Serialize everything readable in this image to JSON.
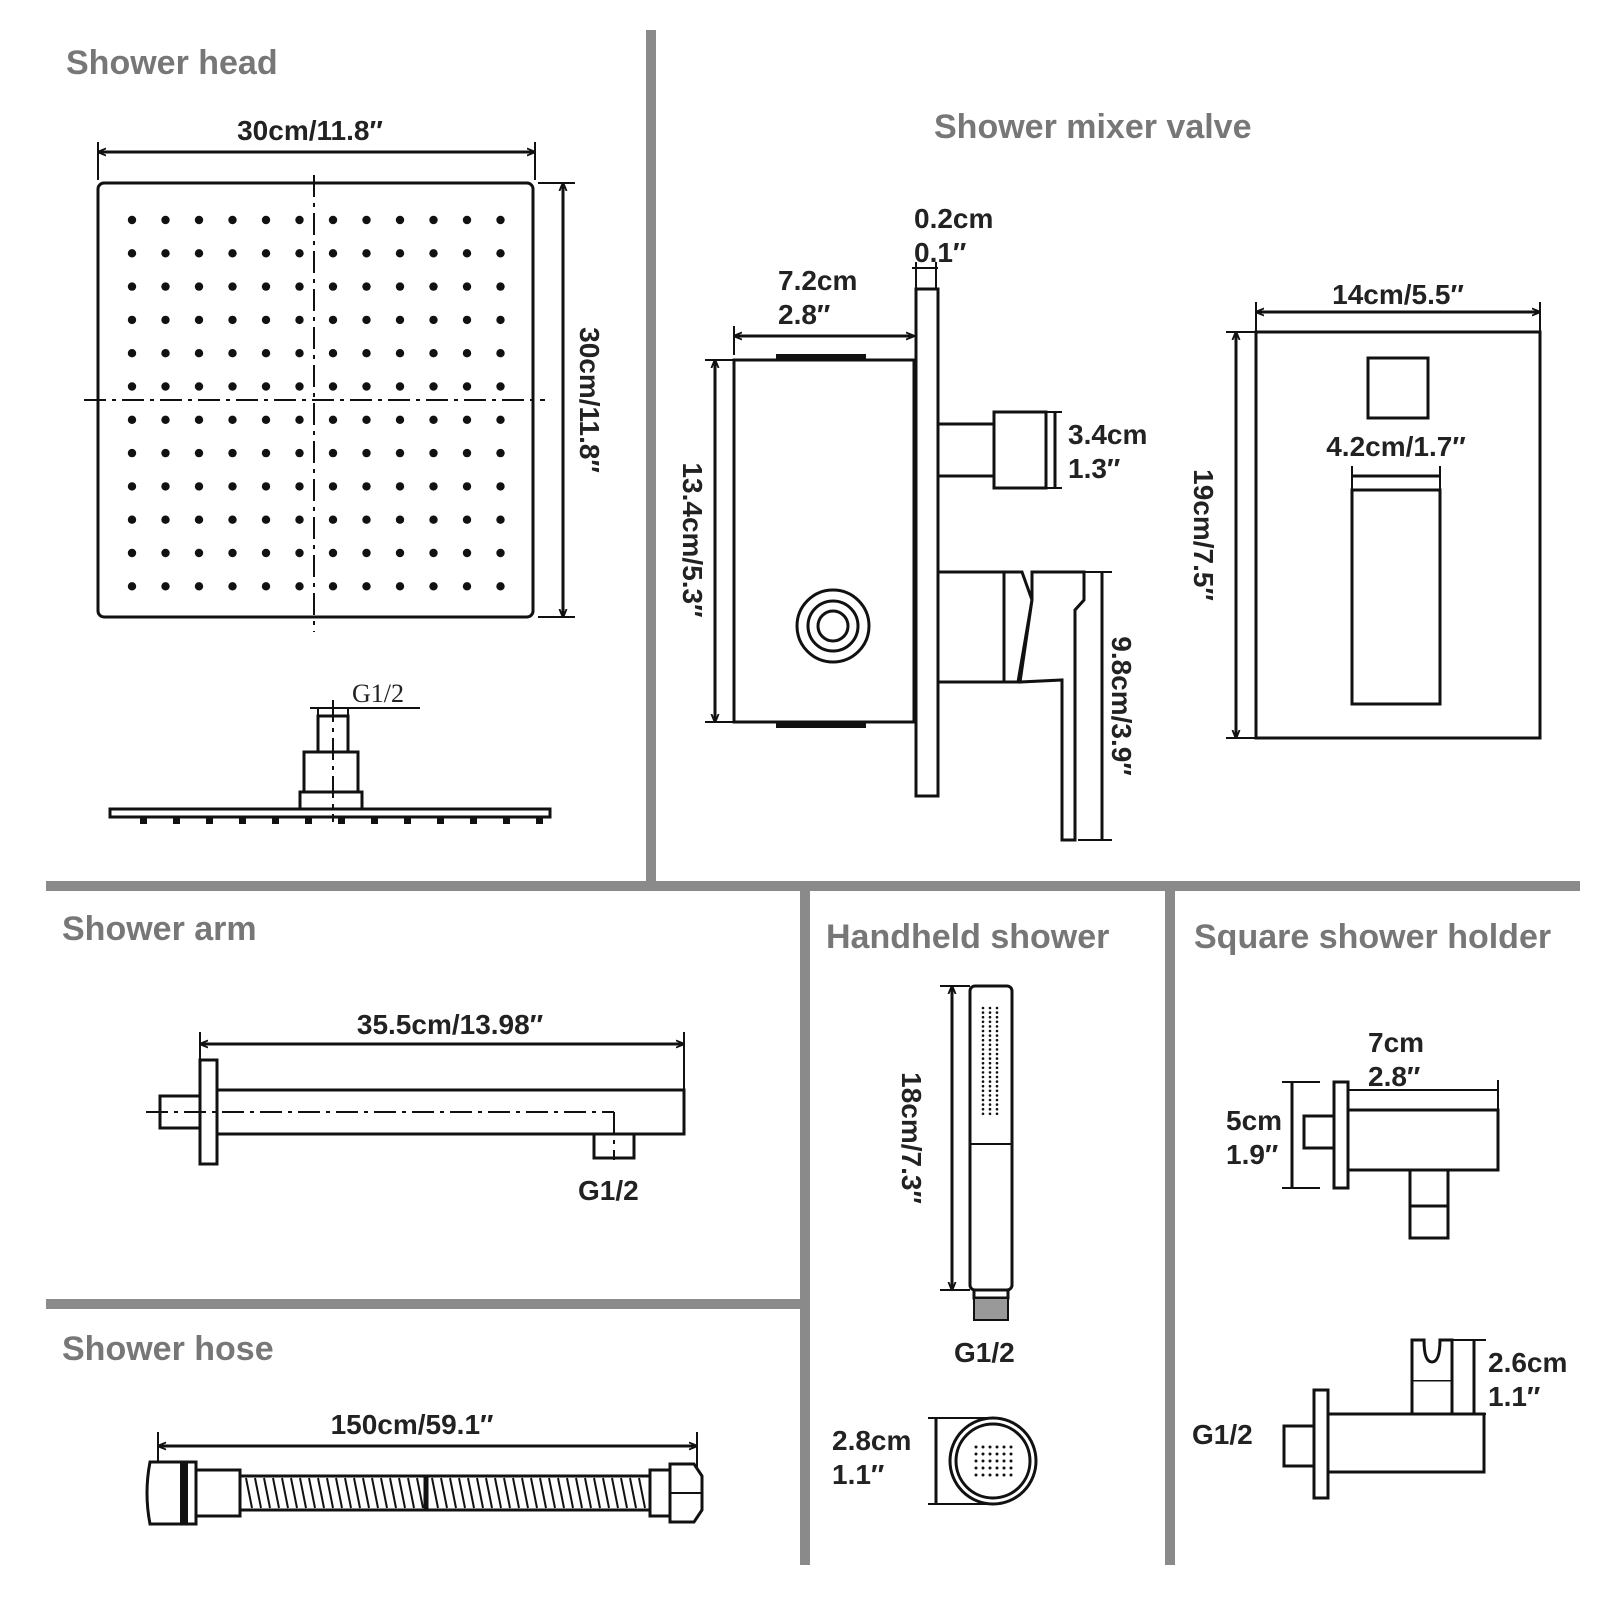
{
  "sections": {
    "shower_head": {
      "title": "Shower head",
      "width_label": "30cm/11.8″",
      "height_label": "30cm/11.8″",
      "connector_label": "G1/2"
    },
    "mixer_valve": {
      "title": "Shower mixer valve",
      "plate_thickness_cm": "0.2cm",
      "plate_thickness_in": "0.1″",
      "depth_cm": "7.2cm",
      "depth_in": "2.8″",
      "body_height_label": "13.4cm/5.3″",
      "outlet_cm": "3.4cm",
      "outlet_in": "1.3″",
      "handle_label": "9.8cm/3.9″",
      "plate_width_label": "14cm/5.5″",
      "plate_height_label": "19cm/7.5″",
      "lever_width_label": "4.2cm/1.7″"
    },
    "shower_arm": {
      "title": "Shower arm",
      "length_label": "35.5cm/13.98″",
      "connector_label": "G1/2"
    },
    "shower_hose": {
      "title": "Shower hose",
      "length_label": "150cm/59.1″"
    },
    "handheld": {
      "title": "Handheld shower",
      "length_label": "18cm/7.3″",
      "connector_label": "G1/2",
      "face_cm": "2.8cm",
      "face_in": "1.1″"
    },
    "holder": {
      "title": "Square shower holder",
      "depth_cm": "7cm",
      "depth_in": "2.8″",
      "height_cm": "5cm",
      "height_in": "1.9″",
      "clip_cm": "2.6cm",
      "clip_in": "1.1″",
      "connector_label": "G1/2"
    }
  }
}
